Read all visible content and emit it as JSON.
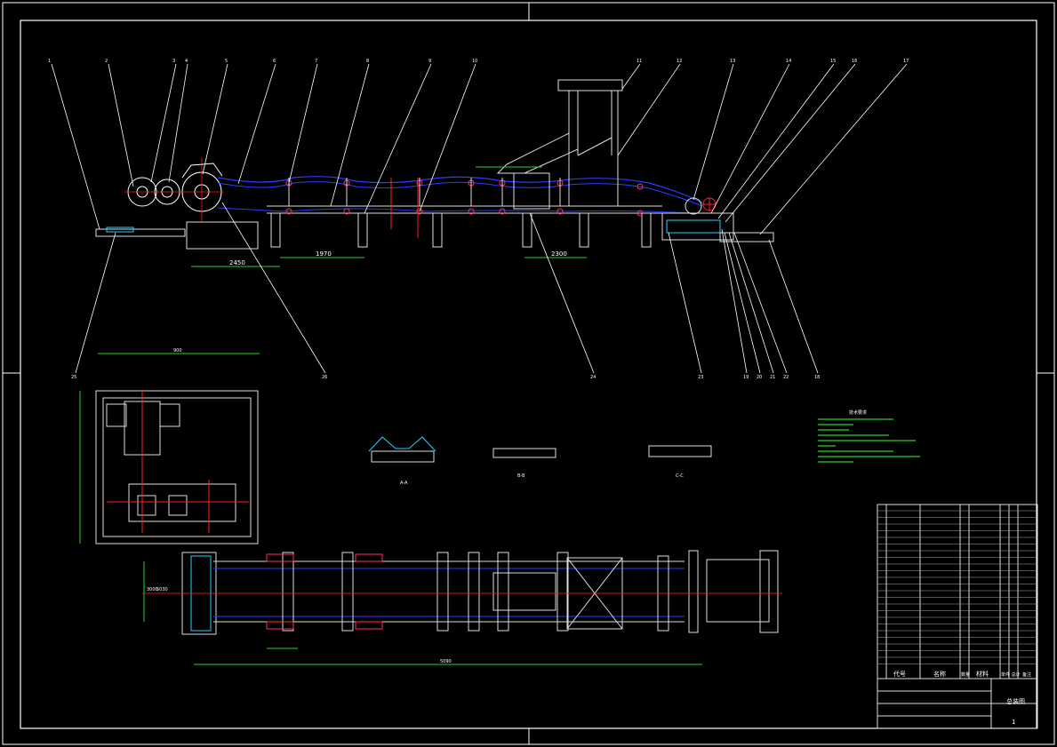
{
  "drawing": {
    "balloons_top": [
      "1",
      "2",
      "3",
      "4",
      "5",
      "6",
      "7",
      "8",
      "9",
      "10",
      "11",
      "12",
      "13",
      "14",
      "15",
      "16",
      "17"
    ],
    "balloons_bottom": [
      "25",
      "26",
      "24",
      "23",
      "19",
      "20",
      "21",
      "22",
      "18"
    ],
    "dims_side": [
      "2450",
      "1970",
      "2300"
    ],
    "dims_plan": [
      "3000",
      "5030"
    ],
    "dim_misc": [
      "900",
      "5090"
    ],
    "notes_title": "技术要求",
    "section_labels": [
      "A-A",
      "B-B",
      "C-C"
    ]
  },
  "title_block": {
    "headers": [
      "代号",
      "名称",
      "数量",
      "材料",
      "单件 总计",
      "备注"
    ],
    "title": "总装图",
    "sheet": "1"
  },
  "colors": {
    "frame": "#ffffff",
    "belt": "#2b3cff",
    "steel": "#d9d9d9",
    "red_center": "#ff2020",
    "dims": "#28d228",
    "cyan": "#22d0ff",
    "magenta": "#ff30ff"
  }
}
